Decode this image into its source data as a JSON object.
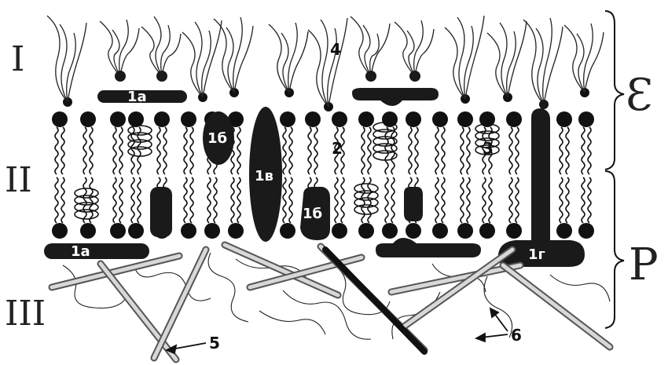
{
  "layers": {
    "glycocalyx": "I",
    "bilayer": "II",
    "cytoskeleton": "III"
  },
  "regions": {
    "upper": "Ɛ",
    "lower": "P"
  },
  "proteins": {
    "peripheral_top": "1а",
    "peripheral_bottom": "1а",
    "semi_upper": "1б",
    "semi_lower": "1б",
    "transmembrane": "1в",
    "anchored": "1г"
  },
  "markers": {
    "lipid": "2",
    "helix": "3",
    "glycolipid": "4",
    "filament": "5",
    "fiber": "6"
  },
  "colors": {
    "ink": "#111111",
    "protein": "#1a1a1a",
    "rod_light": "#e6e6e6",
    "rod_dark": "#777777"
  }
}
